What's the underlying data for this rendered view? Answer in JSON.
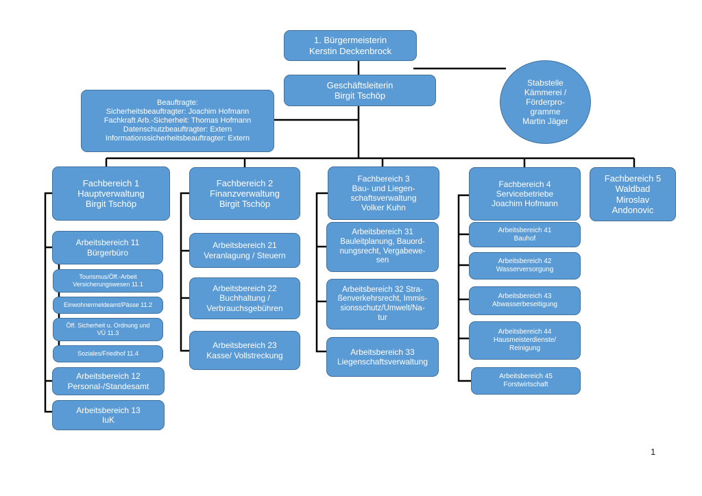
{
  "org": {
    "mayor": "1. Bürgermeisterin\nKerstin Deckenbrock",
    "manager": "Geschäftsleiterin\nBirgit Tschöp",
    "staff": "Stabstelle\nKämmerei /\nFörderpro-\ngramme\nMartin Jäger",
    "officers": "Beauftragte:\nSicherheitsbeauftragter: Joachim Hofmann\nFachkraft Arb.-Sicherheit: Thomas Hofmann\nDatenschutzbeauftragter: Extern\nInformationssicherheitsbeauftragter: Extern",
    "dept1": {
      "title": "Fachbereich 1\nHauptverwaltung\nBirgit Tschöp",
      "ab11": "Arbeitsbereich 11\nBürgerbüro",
      "sub111": "Tourismus/Öff.-Arbeit\nVersicherungswesen 11.1",
      "sub112": "Einwohnermeldeamt/Pässe 11.2",
      "sub113": "Öff. Sicherheit u. Ordnung und\nVÜ 11.3",
      "sub114": "Soziales/Friedhof 11.4",
      "ab12": "Arbeitsbereich 12\nPersonal-/Standesamt",
      "ab13": "Arbeitsbereich 13\nIuK"
    },
    "dept2": {
      "title": "Fachbereich 2\nFinanzverwaltung\nBirgit Tschöp",
      "ab21": "Arbeitsbereich 21\nVeranlagung / Steuern",
      "ab22": "Arbeitsbereich 22\nBuchhaltung /\nVerbrauchsgebühren",
      "ab23": "Arbeitsbereich 23\nKasse/ Vollstreckung"
    },
    "dept3": {
      "title": "Fachbereich 3\nBau- und Liegen-\nschaftsverwaltung\nVolker Kuhn",
      "ab31": "Arbeitsbereich 31\nBauleitplanung, Bauord-\nnungsrecht, Vergabewe-\nsen",
      "ab32": "Arbeitsbereich 32 Stra-\nßenverkehrsrecht, Immis-\nsionsschutz/Umwelt/Na-\ntur",
      "ab33": "Arbeitsbereich 33\nLiegenschaftsverwaltung"
    },
    "dept4": {
      "title": "Fachbereich 4\nServicebetriebe\nJoachim Hofmann",
      "ab41": "Arbeitsbereich 41\nBauhof",
      "ab42": "Arbeitsbereich 42\nWasserversorgung",
      "ab43": "Arbeitsbereich 43\nAbwasserbeseitigung",
      "ab44": "Arbeitsbereich 44\nHausmeisterdienste/\nReinigung",
      "ab45": "Arbeitsbereich 45\nForstwirtschaft"
    },
    "dept5": {
      "title": "Fachbereich 5\nWaldbad\nMiroslav\nAndonovic"
    }
  },
  "page_number": "1"
}
